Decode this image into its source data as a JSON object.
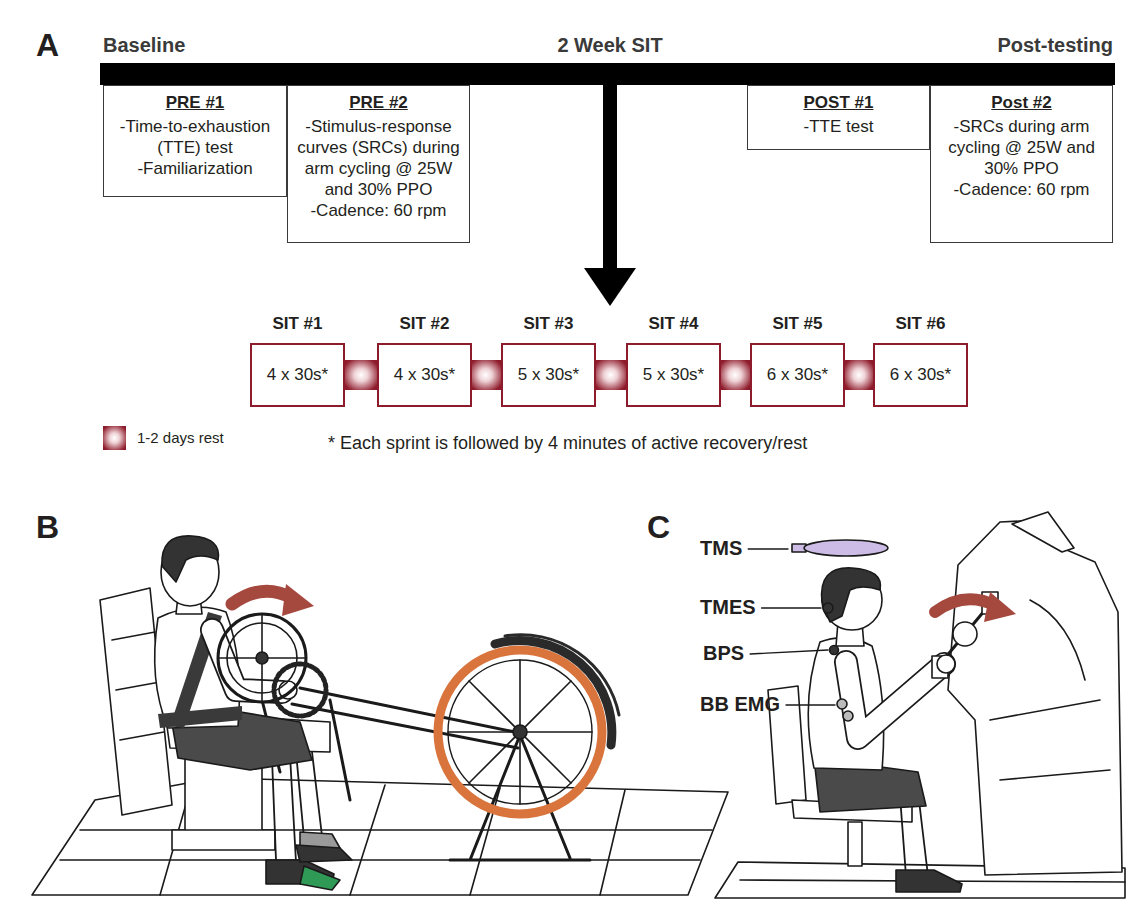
{
  "diagram": {
    "nodes": [
      {
        "text": [
          "PRE #1",
          "-Time-to-exhaustion (TTE) test",
          "-Familiarization"
        ]
      },
      {
        "text": [
          "PRE #2",
          "-Stimulus-response curves (SRCs) during arm cycling @ 25W and 30% PPO",
          "-Cadence: 60 rpm"
        ]
      },
      {
        "text": [
          "POST #1",
          "-TTE test"
        ]
      },
      {
        "text": [
          "Post #2",
          "-SRCs during arm cycling @ 25W and 30% PPO",
          "-Cadence: 60 rpm"
        ]
      },
      {
        "text": [
          "SIT #1",
          "4 x 30s*"
        ]
      },
      {
        "text": [
          "SIT #2",
          "4 x 30s*"
        ]
      },
      {
        "text": [
          "SIT #3",
          "5 x 30s*"
        ]
      },
      {
        "text": [
          "SIT #4",
          "5 x 30s*"
        ]
      },
      {
        "text": [
          "SIT #5",
          "6 x 30s*"
        ]
      },
      {
        "text": [
          "SIT #6",
          "6 x 30s*"
        ]
      }
    ],
    "labels": [
      "A",
      "Baseline",
      "2 Week SIT",
      "Post-testing",
      "B",
      "C",
      "* Each sprint is followed by 4 minutes of active recovery/rest",
      "TMS",
      "TMES",
      "BPS",
      "BB EMG"
    ],
    "legend": [
      {
        "text": "1-2 days rest"
      }
    ]
  }
}
